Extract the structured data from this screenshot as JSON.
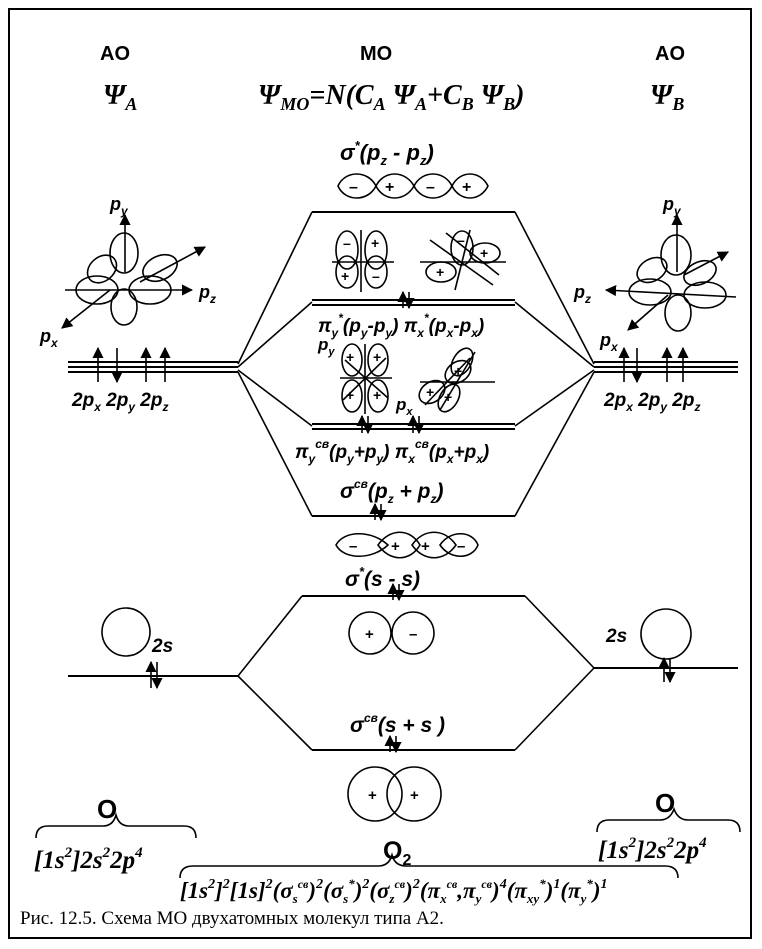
{
  "header": {
    "ao_left": "AO",
    "mo": "MO",
    "ao_right": "AO",
    "psi_left": "ΨA",
    "psi_mo": "ΨMO=N(CA ΨA+CB ΨB)",
    "psi_right": "ΨB"
  },
  "mo_labels": {
    "sigma_star_pz": "σ*(pz - pz)",
    "pi_star": "πy*(py - py) πx*(px - px)",
    "pi_bond": "πyсв(py+py) πxсв(px+px)",
    "sigma_bond_pz": "σсв(pz + pz)",
    "sigma_star_s": "σ*(s - s)",
    "sigma_bond_s": "σсв(s + s)"
  },
  "ao_labels": {
    "left_p": "2px 2py 2pz",
    "right_p": "2px 2py 2pz",
    "left_s": "2s",
    "right_s": "2s",
    "py": "py",
    "px": "px",
    "pz": "pz"
  },
  "atoms": {
    "left_symbol": "O",
    "left_config": "[1s2]2s22p4",
    "right_symbol": "O",
    "right_config": "[1s2]2s22p4",
    "molecule_symbol": "O2",
    "molecule_config": "[1s2]2[1s]2(σsсв)2(σs*)2(σzсв)2(πxсв,πyсв)4(πxy*)1(πy*)1"
  },
  "caption": "Рис. 12.5. Схема МО двухатомных молекул типа A2."
}
